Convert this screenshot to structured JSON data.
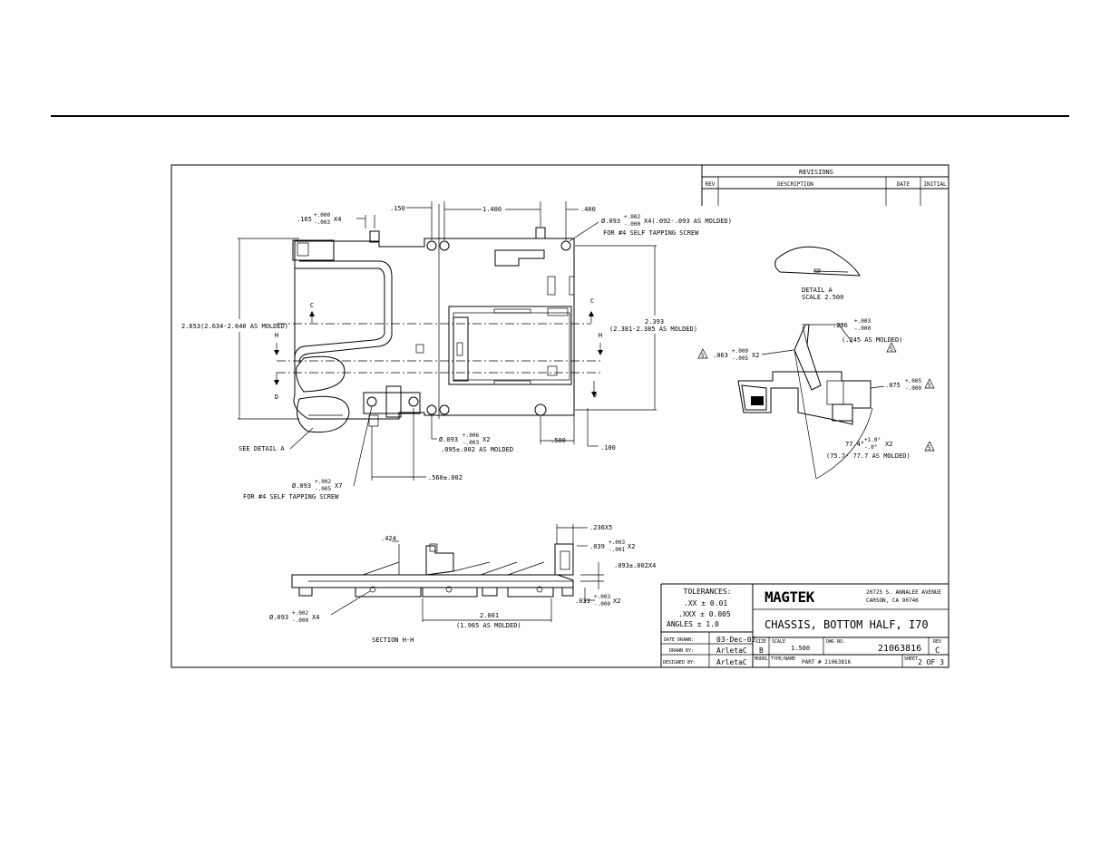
{
  "revisions": {
    "title": "REVISIONS",
    "col_rev": "REV",
    "col_description": "DESCRIPTION",
    "col_date": "DATE",
    "col_initial": "INITIAL"
  },
  "dims": {
    "d165": ".165",
    "d165_tol_plus": "+.000",
    "d165_tol_minus": "-.003",
    "d165_qty": "X4",
    "d150": ".150",
    "d1400": "1.400",
    "d400": ".400",
    "hole_top": "Ø.093",
    "hole_top_tol_plus": "+.002",
    "hole_top_tol_minus": "-.000",
    "hole_top_note": "X4(.092-.093 AS MOLDED)",
    "hole_top_note2": "FOR #4 SELF TAPPING SCREW",
    "d2653": "2.653(2.634-2.640 AS MOLDED)",
    "d2393": "2.393",
    "d2393_note": "(2.381-2.385 AS MOLDED)",
    "hole_mid": "Ø.093",
    "hole_mid_tol_plus": "+.006",
    "hole_mid_tol_minus": "-.003",
    "hole_mid_qty": "X2",
    "hole_mid_note": ".095±.002 AS MOLDED",
    "d500": ".500",
    "d100": ".100",
    "see_detail": "SEE DETAIL  A",
    "hole_bot": "Ø.093",
    "hole_bot_tol_plus": "+.002",
    "hole_bot_tol_minus": "-.005",
    "hole_bot_qty": "X7",
    "hole_bot_note": "FOR #4 SELF TAPPING SCREW",
    "d560": ".560±.002",
    "c_label": "C",
    "h_label": "H",
    "d_label": "D"
  },
  "detail": {
    "title": "DETAIL  A",
    "scale": "SCALE  2.500",
    "d236": ".236",
    "d236_tol_plus": "+.003",
    "d236_tol_minus": "-.000",
    "d236_note": "(.245 AS MOLDED)",
    "d063": ".063",
    "d063_tol_plus": "+.000",
    "d063_tol_minus": "-.005",
    "d063_qty": "X2",
    "d075": ".075",
    "d075_tol_plus": "+.005",
    "d075_tol_minus": "-.000",
    "angle": "77.4°",
    "angle_tol_plus": "+1.0°",
    "angle_tol_minus": "-.0°",
    "angle_qty": "X2",
    "angle_note": "(75.7- 77.7 AS MOLDED)",
    "flag": "5"
  },
  "section": {
    "title": "SECTION  H-H",
    "d424": ".424",
    "d236x5": ".236X5",
    "d039": ".039",
    "d039_tol_plus": "+.003",
    "d039_tol_minus": "-.001",
    "d039_qty": "X2",
    "d093x4": ".093±.002X4",
    "d033": ".033",
    "d033_tol_plus": "+.003",
    "d033_tol_minus": "-.000",
    "d033_qty": "X2",
    "hole": "Ø.093",
    "hole_tol_plus": "+.002",
    "hole_tol_minus": "-.000",
    "hole_qty": "X4",
    "d2001": "2.001",
    "d2001_note": "(1.965 AS MOLDED)"
  },
  "title_block": {
    "tolerances": "TOLERANCES:",
    "tol_xx": ".XX ± 0.01",
    "tol_xxx": ".XXX ± 0.005",
    "tol_angles": "ANGLES ± 1.0",
    "company": "MAGTEK",
    "address1": "20725 S. ANNALEE AVENUE",
    "address2": "CARSON, CA 90746",
    "title": "CHASSIS, BOTTOM HALF, I70",
    "date_drawn_label": "DATE DRAWN:",
    "date_drawn": "03-Dec-02",
    "drawn_by_label": "DRAWN BY:",
    "drawn_by": "ArletaC",
    "designed_by_label": "DESIGNED BY:",
    "designed_by": "ArletaC",
    "size_label": "SIZE",
    "size": "B",
    "scale_label": "SCALE",
    "scale": "1.500",
    "dwg_label": "DWG NO.",
    "dwg_no": "21063816",
    "rev_label": "REV",
    "rev": "C",
    "model_label": "MODEL",
    "type_label": "TYPE/NAME",
    "part": "PART # 21063816",
    "sheet_label": "SHEET",
    "sheet": "2 OF 3"
  }
}
